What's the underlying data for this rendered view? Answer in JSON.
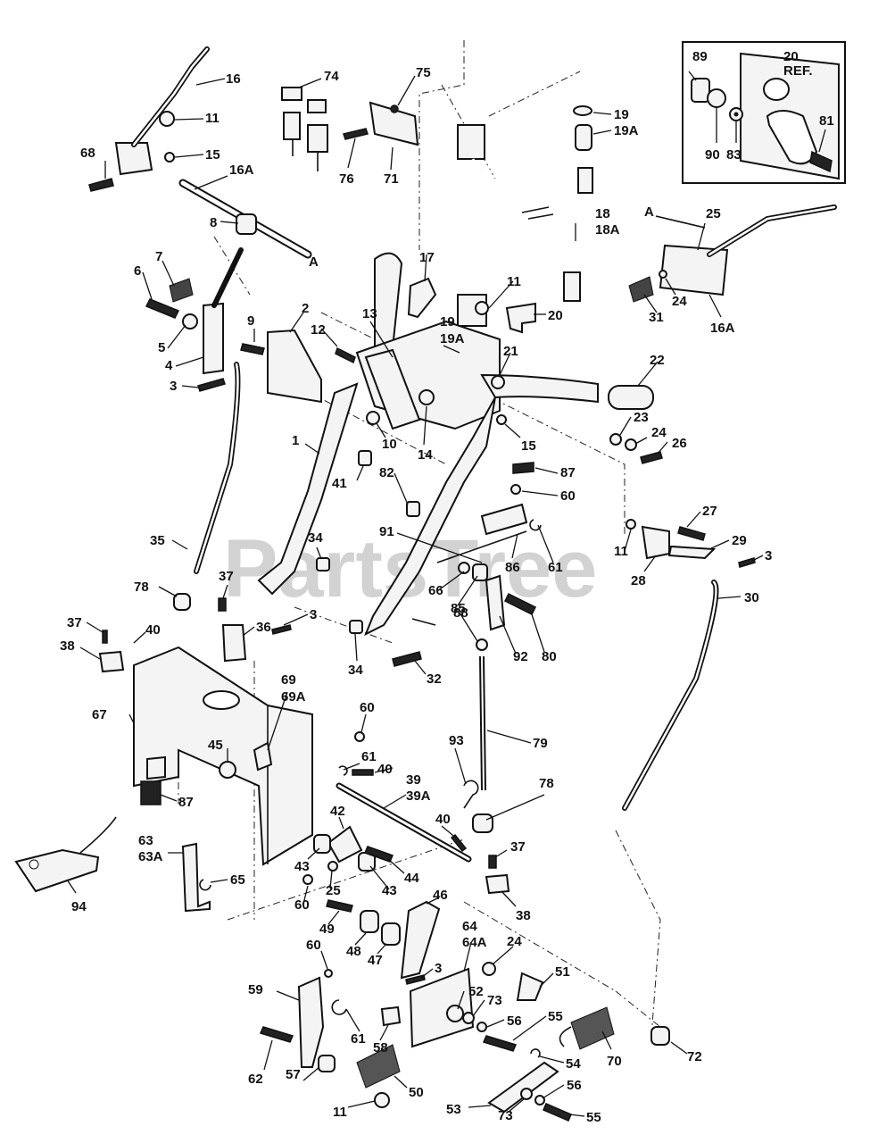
{
  "watermark": "PartsTree",
  "inset": {
    "ref_label_line1": "20",
    "ref_label_line2": "REF."
  },
  "callouts": [
    {
      "id": "c-16-top",
      "text": "16"
    },
    {
      "id": "c-11-a",
      "text": "11"
    },
    {
      "id": "c-68",
      "text": "68"
    },
    {
      "id": "c-15-a",
      "text": "15"
    },
    {
      "id": "c-16a-a",
      "text": "16A"
    },
    {
      "id": "c-74",
      "text": "74"
    },
    {
      "id": "c-75",
      "text": "75"
    },
    {
      "id": "c-76",
      "text": "76"
    },
    {
      "id": "c-71",
      "text": "71"
    },
    {
      "id": "c-19-a",
      "text": "19"
    },
    {
      "id": "c-19a-a",
      "text": "19A"
    },
    {
      "id": "c-89",
      "text": "89"
    },
    {
      "id": "c-90",
      "text": "90"
    },
    {
      "id": "c-83",
      "text": "83"
    },
    {
      "id": "c-81",
      "text": "81"
    },
    {
      "id": "c-a-1",
      "text": "A"
    },
    {
      "id": "c-a-2",
      "text": "A"
    },
    {
      "id": "c-25-a",
      "text": "25"
    },
    {
      "id": "c-8",
      "text": "8"
    },
    {
      "id": "c-7",
      "text": "7"
    },
    {
      "id": "c-6",
      "text": "6"
    },
    {
      "id": "c-5",
      "text": "5"
    },
    {
      "id": "c-4",
      "text": "4"
    },
    {
      "id": "c-3-a",
      "text": "3"
    },
    {
      "id": "c-9",
      "text": "9"
    },
    {
      "id": "c-2",
      "text": "2"
    },
    {
      "id": "c-12",
      "text": "12"
    },
    {
      "id": "c-13",
      "text": "13"
    },
    {
      "id": "c-17",
      "text": "17"
    },
    {
      "id": "c-19-b",
      "text": "19"
    },
    {
      "id": "c-19a-b",
      "text": "19A"
    },
    {
      "id": "c-11-b",
      "text": "11"
    },
    {
      "id": "c-20",
      "text": "20"
    },
    {
      "id": "c-18",
      "text": "18"
    },
    {
      "id": "c-18a",
      "text": "18A"
    },
    {
      "id": "c-31",
      "text": "31"
    },
    {
      "id": "c-24-a",
      "text": "24"
    },
    {
      "id": "c-16a-b",
      "text": "16A"
    },
    {
      "id": "c-21",
      "text": "21"
    },
    {
      "id": "c-22",
      "text": "22"
    },
    {
      "id": "c-23",
      "text": "23"
    },
    {
      "id": "c-24-b",
      "text": "24"
    },
    {
      "id": "c-26",
      "text": "26"
    },
    {
      "id": "c-15-b",
      "text": "15"
    },
    {
      "id": "c-10",
      "text": "10"
    },
    {
      "id": "c-14",
      "text": "14"
    },
    {
      "id": "c-1",
      "text": "1"
    },
    {
      "id": "c-41",
      "text": "41"
    },
    {
      "id": "c-82",
      "text": "82"
    },
    {
      "id": "c-87-a",
      "text": "87"
    },
    {
      "id": "c-60-a",
      "text": "60"
    },
    {
      "id": "c-35",
      "text": "35"
    },
    {
      "id": "c-34-a",
      "text": "34"
    },
    {
      "id": "c-91",
      "text": "91"
    },
    {
      "id": "c-86",
      "text": "86"
    },
    {
      "id": "c-61-a",
      "text": "61"
    },
    {
      "id": "c-27",
      "text": "27"
    },
    {
      "id": "c-11-c",
      "text": "11"
    },
    {
      "id": "c-29",
      "text": "29"
    },
    {
      "id": "c-3-b",
      "text": "3"
    },
    {
      "id": "c-28",
      "text": "28"
    },
    {
      "id": "c-37-a",
      "text": "37"
    },
    {
      "id": "c-78-a",
      "text": "78"
    },
    {
      "id": "c-66",
      "text": "66"
    },
    {
      "id": "c-85",
      "text": "85"
    },
    {
      "id": "c-30",
      "text": "30"
    },
    {
      "id": "c-36",
      "text": "36"
    },
    {
      "id": "c-3-c",
      "text": "3"
    },
    {
      "id": "c-88",
      "text": "88"
    },
    {
      "id": "c-37-b",
      "text": "37"
    },
    {
      "id": "c-40-a",
      "text": "40"
    },
    {
      "id": "c-38-a",
      "text": "38"
    },
    {
      "id": "c-34-b",
      "text": "34"
    },
    {
      "id": "c-32",
      "text": "32"
    },
    {
      "id": "c-92",
      "text": "92"
    },
    {
      "id": "c-80",
      "text": "80"
    },
    {
      "id": "c-69",
      "text": "69"
    },
    {
      "id": "c-69a",
      "text": "69A"
    },
    {
      "id": "c-67",
      "text": "67"
    },
    {
      "id": "c-60-b",
      "text": "60"
    },
    {
      "id": "c-79",
      "text": "79"
    },
    {
      "id": "c-45",
      "text": "45"
    },
    {
      "id": "c-61-b",
      "text": "61"
    },
    {
      "id": "c-40-b",
      "text": "40"
    },
    {
      "id": "c-93",
      "text": "93"
    },
    {
      "id": "c-87-b",
      "text": "87"
    },
    {
      "id": "c-39",
      "text": "39"
    },
    {
      "id": "c-39a",
      "text": "39A"
    },
    {
      "id": "c-78-b",
      "text": "78"
    },
    {
      "id": "c-42",
      "text": "42"
    },
    {
      "id": "c-40-c",
      "text": "40"
    },
    {
      "id": "c-63",
      "text": "63"
    },
    {
      "id": "c-63a",
      "text": "63A"
    },
    {
      "id": "c-43-a",
      "text": "43"
    },
    {
      "id": "c-44",
      "text": "44"
    },
    {
      "id": "c-37-c",
      "text": "37"
    },
    {
      "id": "c-65",
      "text": "65"
    },
    {
      "id": "c-25-b",
      "text": "25"
    },
    {
      "id": "c-43-b",
      "text": "43"
    },
    {
      "id": "c-94",
      "text": "94"
    },
    {
      "id": "c-60-c",
      "text": "60"
    },
    {
      "id": "c-38-b",
      "text": "38"
    },
    {
      "id": "c-46",
      "text": "46"
    },
    {
      "id": "c-49",
      "text": "49"
    },
    {
      "id": "c-48",
      "text": "48"
    },
    {
      "id": "c-47",
      "text": "47"
    },
    {
      "id": "c-64",
      "text": "64"
    },
    {
      "id": "c-64a",
      "text": "64A"
    },
    {
      "id": "c-24-c",
      "text": "24"
    },
    {
      "id": "c-60-d",
      "text": "60"
    },
    {
      "id": "c-3-d",
      "text": "3"
    },
    {
      "id": "c-51",
      "text": "51"
    },
    {
      "id": "c-59",
      "text": "59"
    },
    {
      "id": "c-52",
      "text": "52"
    },
    {
      "id": "c-73-a",
      "text": "73"
    },
    {
      "id": "c-56-a",
      "text": "56"
    },
    {
      "id": "c-55-a",
      "text": "55"
    },
    {
      "id": "c-61-c",
      "text": "61"
    },
    {
      "id": "c-58",
      "text": "58"
    },
    {
      "id": "c-70",
      "text": "70"
    },
    {
      "id": "c-72",
      "text": "72"
    },
    {
      "id": "c-62",
      "text": "62"
    },
    {
      "id": "c-54",
      "text": "54"
    },
    {
      "id": "c-57",
      "text": "57"
    },
    {
      "id": "c-50",
      "text": "50"
    },
    {
      "id": "c-56-b",
      "text": "56"
    },
    {
      "id": "c-11-d",
      "text": "11"
    },
    {
      "id": "c-53",
      "text": "53"
    },
    {
      "id": "c-73-b",
      "text": "73"
    },
    {
      "id": "c-55-b",
      "text": "55"
    }
  ]
}
